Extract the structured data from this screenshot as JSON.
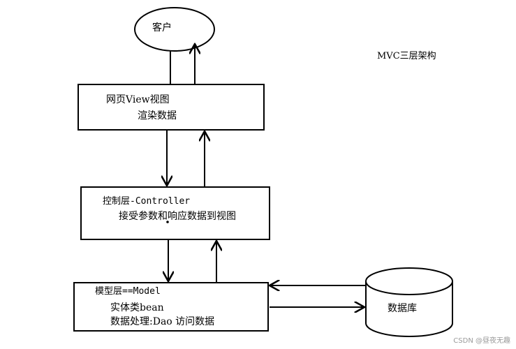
{
  "title": "MVC三层架构",
  "client": {
    "label": "客户"
  },
  "view_layer": {
    "title": "网页View视图",
    "desc": "渲染数据"
  },
  "controller_layer": {
    "title": "控制层-Controller",
    "desc": "接受参数和响应数据到视图"
  },
  "model_layer": {
    "title": "模型层==Model",
    "line1": "实体类bean",
    "line2": "数据处理:Dao 访问数据"
  },
  "database": {
    "label": "数据库"
  },
  "watermark": "CSDN @昼夜无趣"
}
